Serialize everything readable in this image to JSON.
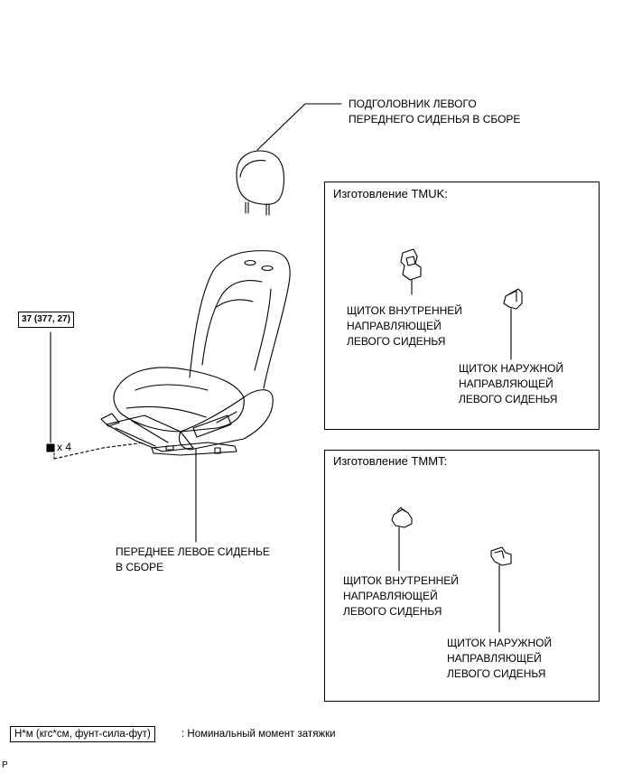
{
  "headrest": {
    "label_line1": "ПОДГОЛОВНИК ЛЕВОГО",
    "label_line2": "ПЕРЕДНЕГО СИДЕНЬЯ В СБОРЕ"
  },
  "seat": {
    "label_line1": "ПЕРЕДНЕЕ ЛЕВОЕ СИДЕНЬЕ",
    "label_line2": "В СБОРЕ"
  },
  "bolt": {
    "torque": "37 (377, 27)",
    "qty": "x 4"
  },
  "tmuk": {
    "title": "Изготовление TMUK:",
    "inner_line1": "ЩИТОК ВНУТРЕННЕЙ",
    "inner_line2": "НАПРАВЛЯЮЩЕЙ",
    "inner_line3": "ЛЕВОГО СИДЕНЬЯ",
    "outer_line1": "ЩИТОК НАРУЖНОЙ",
    "outer_line2": "НАПРАВЛЯЮЩЕЙ",
    "outer_line3": "ЛЕВОГО СИДЕНЬЯ"
  },
  "tmmt": {
    "title": "Изготовление TMMT:",
    "inner_line1": "ЩИТОК ВНУТРЕННЕЙ",
    "inner_line2": "НАПРАВЛЯЮЩЕЙ",
    "inner_line3": "ЛЕВОГО СИДЕНЬЯ",
    "outer_line1": "ЩИТОК НАРУЖНОЙ",
    "outer_line2": "НАПРАВЛЯЮЩЕЙ",
    "outer_line3": "ЛЕВОГО СИДЕНЬЯ"
  },
  "legend": {
    "unit_box": "Н*м (кгс*см, фунт-сила-фут)",
    "description": ": Номинальный момент затяжки"
  },
  "corner_mark": "P"
}
